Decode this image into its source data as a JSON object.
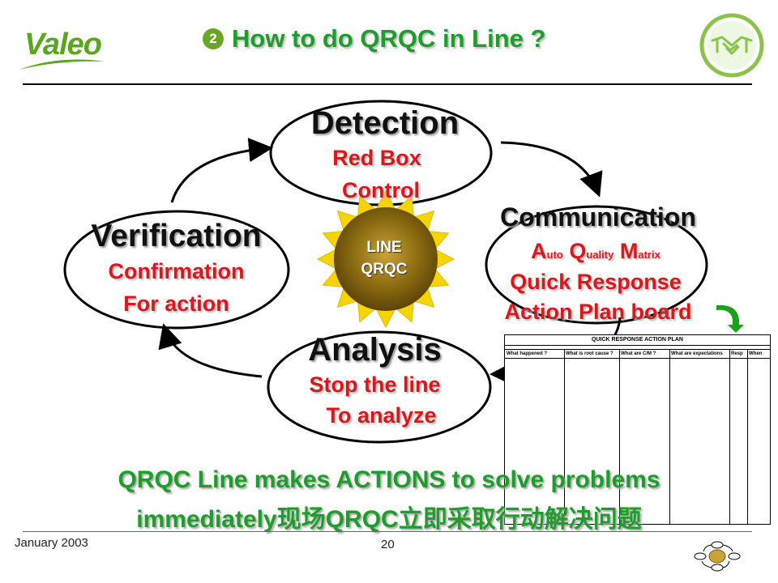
{
  "header": {
    "logo_text": "Valeo",
    "title_number": "2",
    "title": "How to do QRQC in Line ?",
    "brand_color": "#1f9c2b"
  },
  "icons": {
    "handshake": "handshake-icon",
    "turn_arrow": "turn-down-arrow-icon",
    "footer": "process-cycle-icon"
  },
  "cycle": {
    "detection": {
      "title": "Detection",
      "line1": "Red Box",
      "line2": "Control"
    },
    "communication": {
      "title": "Communication",
      "aqm": [
        {
          "big": "A",
          "small": "uto"
        },
        {
          "big": "Q",
          "small": "uality"
        },
        {
          "big": "M",
          "small": "atrix"
        }
      ],
      "line2": "Quick Response",
      "line3": "Action Plan board"
    },
    "analysis": {
      "title": "Analysis",
      "line1": "Stop the line",
      "line2": "To analyze"
    },
    "verification": {
      "title": "Verification",
      "line1": "Confirmation",
      "line2": "For action"
    },
    "center": {
      "line1": "LINE",
      "line2": "QRQC"
    }
  },
  "action_plan": {
    "title": "QUICK RESPONSE ACTION PLAN",
    "columns": [
      "What happened ?",
      "What is root cause ?",
      "What are C/M ?",
      "What are expectations",
      "Resp",
      "When"
    ]
  },
  "conclusion": {
    "line1": "QRQC Line makes ACTIONS to solve problems",
    "line2": "immediately现场QRQC立即采取行动解决问题"
  },
  "footer": {
    "date": "January 2003",
    "page": "20"
  },
  "colors": {
    "title_green": "#1f9c2b",
    "label_red": "#d8181c",
    "logo_green": "#5aa61e",
    "sun_gold": "#e8c000"
  }
}
